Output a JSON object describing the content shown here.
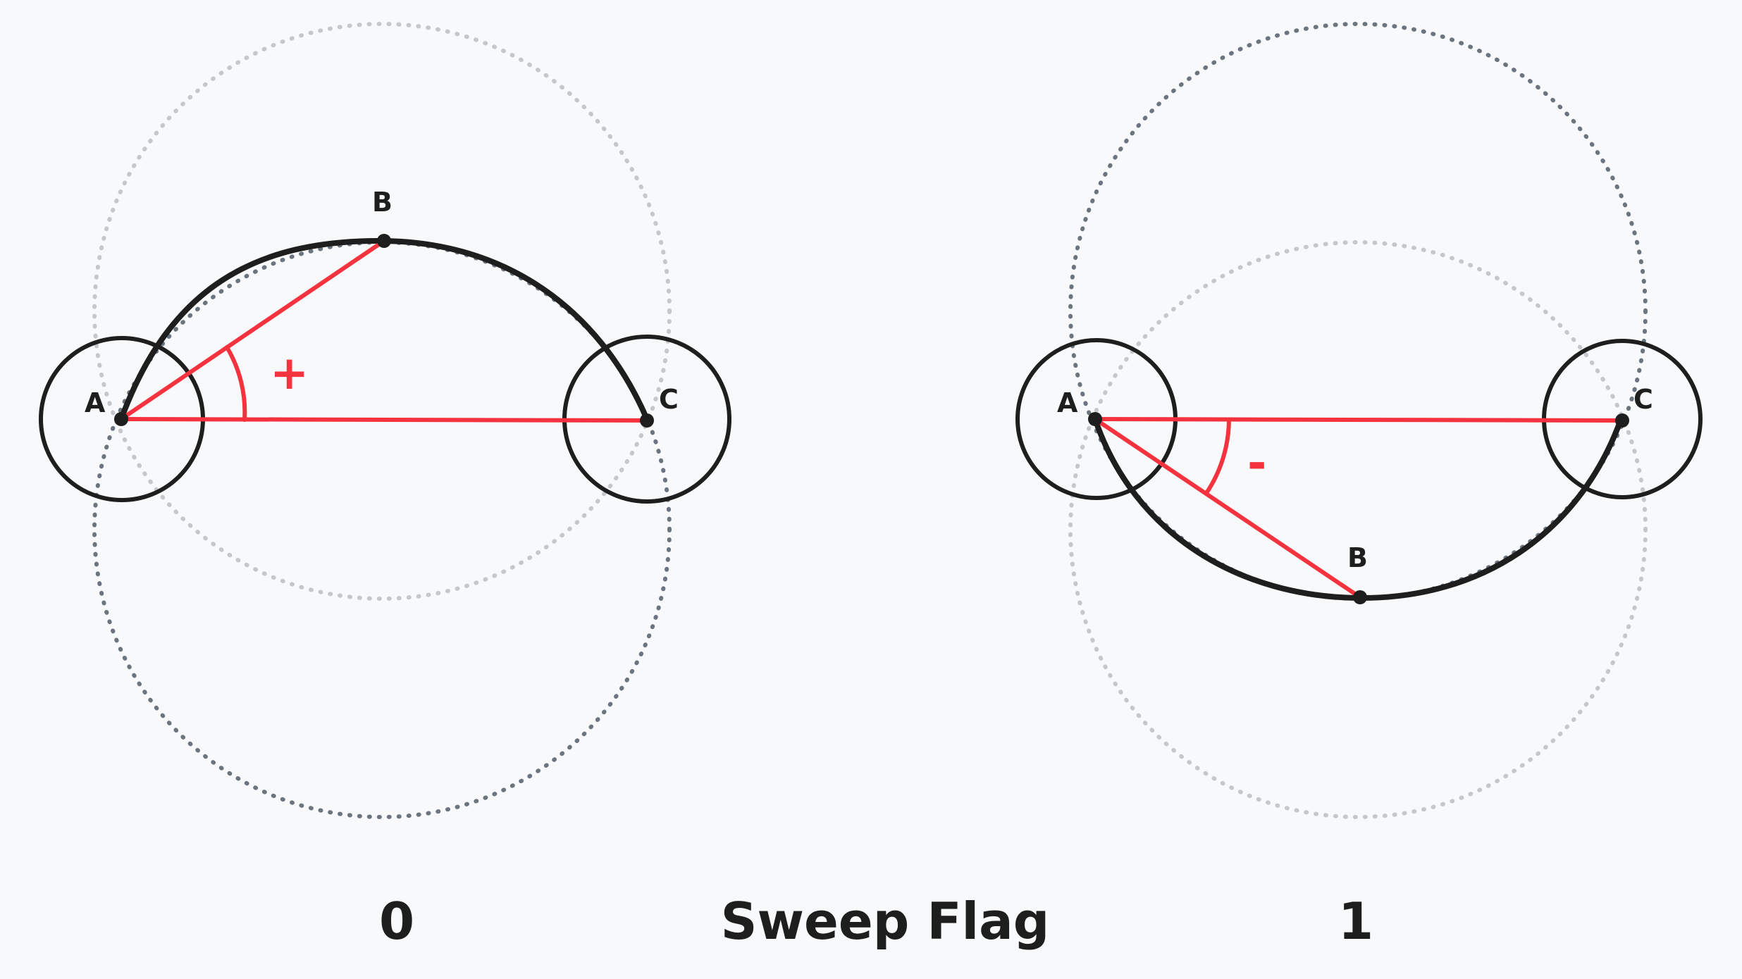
{
  "diagram": {
    "caption": "Sweep Flag",
    "colors": {
      "background": "#f8f9fa",
      "ink": "#1e1e1e",
      "accent_red": "#f5333f",
      "dotted_dark": "#6b7580",
      "dotted_light": "#c4c8cc"
    },
    "panels": [
      {
        "flag_label": "0",
        "point_a": "A",
        "point_b": "B",
        "point_c": "C",
        "angle_sign": "+"
      },
      {
        "flag_label": "1",
        "point_a": "A",
        "point_b": "B",
        "point_c": "C",
        "angle_sign": "-"
      }
    ]
  }
}
